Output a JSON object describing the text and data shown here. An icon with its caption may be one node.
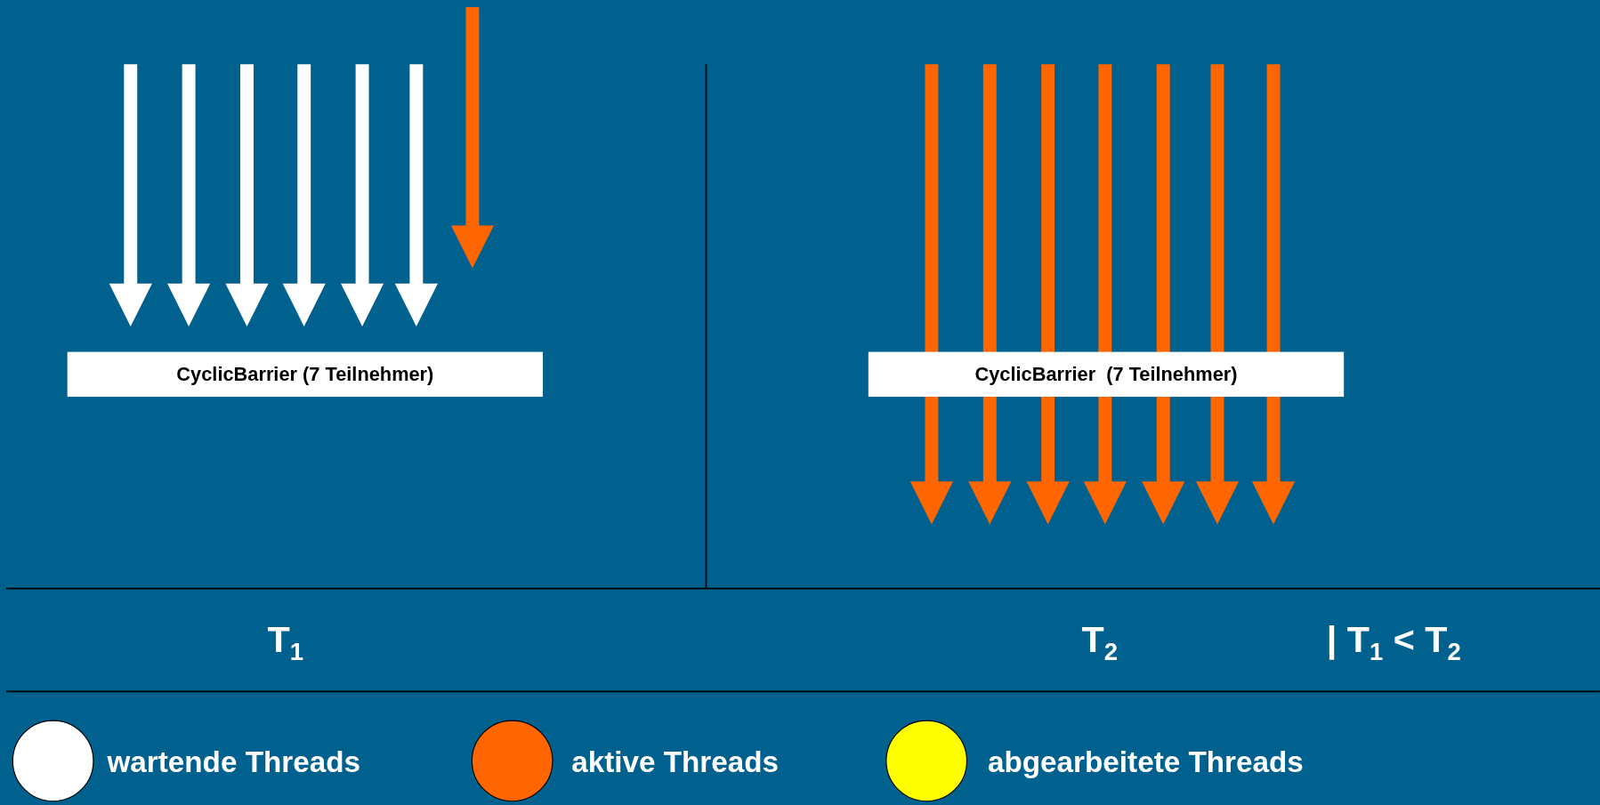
{
  "diagram": {
    "nodes": [
      {
        "text": [
          "CyclicBarrier (7 Teilnehmer)"
        ]
      },
      {
        "text": [
          "CyclicBarrier  (7 Teilnehmer)"
        ]
      }
    ],
    "edges": [],
    "labels": [
      "T$_{1}$",
      "T$_{2}$",
      "| T$_{1}$ < T$_{2}$"
    ],
    "legend": [
      {
        "text": "wartende Threads",
        "color": "#ffffff"
      },
      {
        "text": "aktive Threads",
        "color": "#ff6600"
      },
      {
        "text": "abgearbeitete Threads",
        "color": "#ffff00"
      }
    ]
  }
}
